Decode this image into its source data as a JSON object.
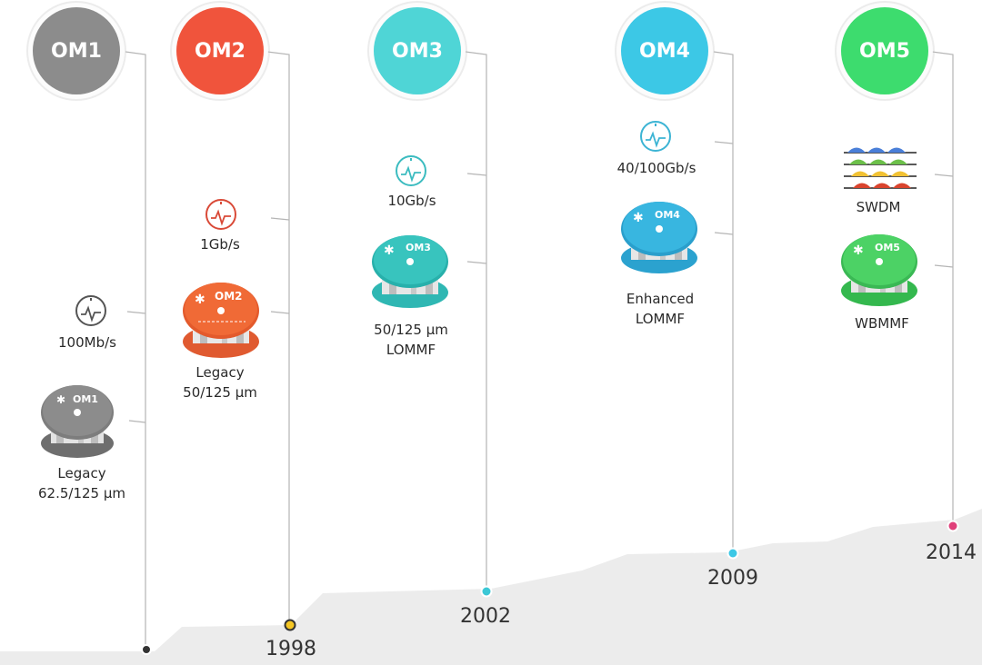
{
  "generations": [
    {
      "name": "OM1",
      "color": "#8c8c8c",
      "speed": "100Mb/s",
      "fiber": [
        "Legacy",
        "62.5/125 μm"
      ],
      "year": "",
      "spool_label": "OM1"
    },
    {
      "name": "OM2",
      "color": "#f0543c",
      "speed": "1Gb/s",
      "fiber": [
        "Legacy",
        "50/125 μm"
      ],
      "year": "1998",
      "spool_label": "OM2"
    },
    {
      "name": "OM3",
      "color": "#4fd5d6",
      "speed": "10Gb/s",
      "fiber": [
        "50/125 μm",
        "LOMMF"
      ],
      "year": "2002",
      "spool_label": "OM3"
    },
    {
      "name": "OM4",
      "color": "#3cc8e6",
      "speed": "40/100Gb/s",
      "fiber": [
        "Enhanced",
        "LOMMF"
      ],
      "year": "2009",
      "spool_label": "OM4"
    },
    {
      "name": "OM5",
      "color": "#3ddc6e",
      "speed": "SWDM",
      "fiber": [
        "WBMMF"
      ],
      "year": "2014",
      "spool_label": "OM5"
    }
  ],
  "colors": {
    "om1": "#8c8c8c",
    "om2": "#f0543c",
    "om3": "#4fd5d6",
    "om4": "#3cc8e6",
    "om5": "#3ddc6e",
    "dot_om1": "#333333",
    "dot_1998": "#f5c623",
    "dot_2002": "#3cc8d6",
    "dot_2009": "#3cc8e6",
    "dot_2014": "#e0407a",
    "ground": "#ececec",
    "connector": "#b5b5b5"
  }
}
